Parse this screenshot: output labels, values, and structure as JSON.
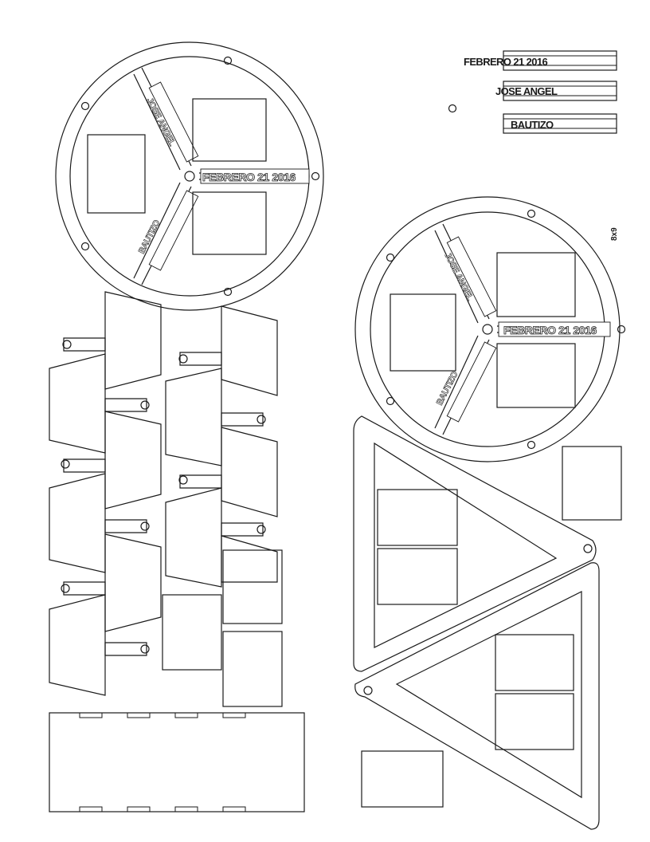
{
  "name_plates": {
    "date": "FEBRERO 21 2016",
    "name": "JOSE ANGEL",
    "surname": "BAUTIZO"
  },
  "disc_texts": {
    "date": "FEBRERO 21 2016",
    "spoke_top": "JOSE ANGEL",
    "spoke_bottom": "BAUTIZO"
  },
  "side_note": "8x9",
  "colors": {
    "line": "#1a1a1a",
    "paper": "#ffffff"
  }
}
